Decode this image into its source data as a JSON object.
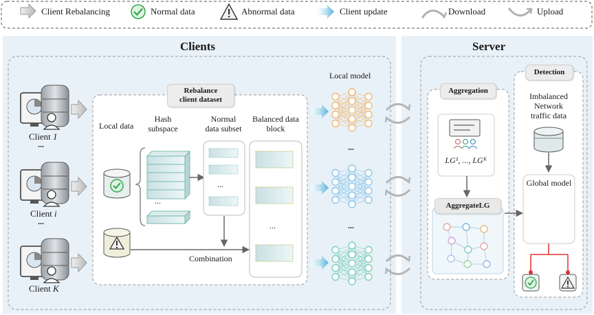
{
  "legend": {
    "client_rebalancing": "Client Rebalancing",
    "normal_data": "Normal data",
    "abnormal_data": "Abnormal data",
    "client_update": "Client update",
    "download": "Download",
    "upload": "Upload"
  },
  "clients_panel": {
    "title": "Clients",
    "client_labels": [
      {
        "name": "Client",
        "var": "1"
      },
      {
        "name": "Client",
        "var": "i"
      },
      {
        "name": "Client",
        "var": "K"
      }
    ],
    "ellipsis": "...",
    "rebalance_title_line1": "Rebalance",
    "rebalance_title_line2": "client dataset",
    "local_data": "Local data",
    "hash_subspace_line1": "Hash",
    "hash_subspace_line2": "subspace",
    "normal_subset_line1": "Normal",
    "normal_subset_line2": "data subset",
    "balanced_block_line1": "Balanced data",
    "balanced_block_line2": "block",
    "combination": "Combination",
    "local_model": "Local model"
  },
  "server_panel": {
    "title": "Server",
    "aggregation": "Aggregation",
    "lg_formula": "LG¹, ..., LGᴷ",
    "aggregate_lg": "AggregateLG",
    "detection": "Detection",
    "imbalanced_line1": "Imbalanced",
    "imbalanced_line2": "Network",
    "imbalanced_line3": "traffic data",
    "global_model": "Global model"
  },
  "colors": {
    "panel_bg": "#e8f1f8",
    "model_orange": "#f0b878",
    "model_blue": "#8cc6e8",
    "model_teal": "#7ecfbc",
    "global_model": "#2e8f7a",
    "normal_green": "#2ea84a",
    "alert_red": "#e03030"
  }
}
